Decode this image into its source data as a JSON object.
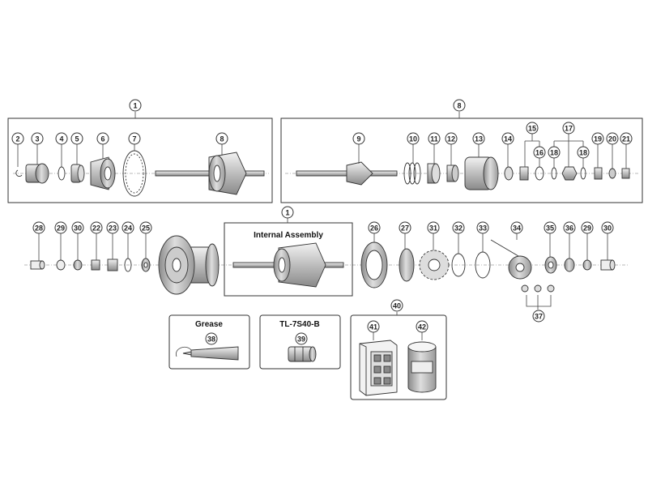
{
  "labels": {
    "top_group_left": "1",
    "top_group_right": "8",
    "internal_group": "1",
    "p2": "2",
    "p3": "3",
    "p4": "4",
    "p5": "5",
    "p6": "6",
    "p7": "7",
    "p8": "8",
    "p9": "9",
    "p10": "10",
    "p11": "11",
    "p12": "12",
    "p13": "13",
    "p14": "14",
    "p15": "15",
    "p16": "16",
    "p17": "17",
    "p18a": "18",
    "p18b": "18",
    "p19": "19",
    "p20": "20",
    "p21": "21",
    "p28": "28",
    "p29a": "29",
    "p30a": "30",
    "p22": "22",
    "p23": "23",
    "p24": "24",
    "p25": "25",
    "p26": "26",
    "p27": "27",
    "p31": "31",
    "p32": "32",
    "p33": "33",
    "p34": "34",
    "p35": "35",
    "p36": "36",
    "p29b": "29",
    "p30b": "30",
    "p37": "37",
    "p38": "38",
    "p39": "39",
    "p40": "40",
    "p41": "41",
    "p42": "42"
  },
  "boxes": {
    "internal_assembly": "Internal Assembly",
    "grease": "Grease",
    "tool": "TL-7S40-B"
  },
  "colors": {
    "line": "#333333",
    "part_light": "#e6e6e6",
    "part_mid": "#b5b5b5",
    "part_dark": "#7a7a7a"
  }
}
